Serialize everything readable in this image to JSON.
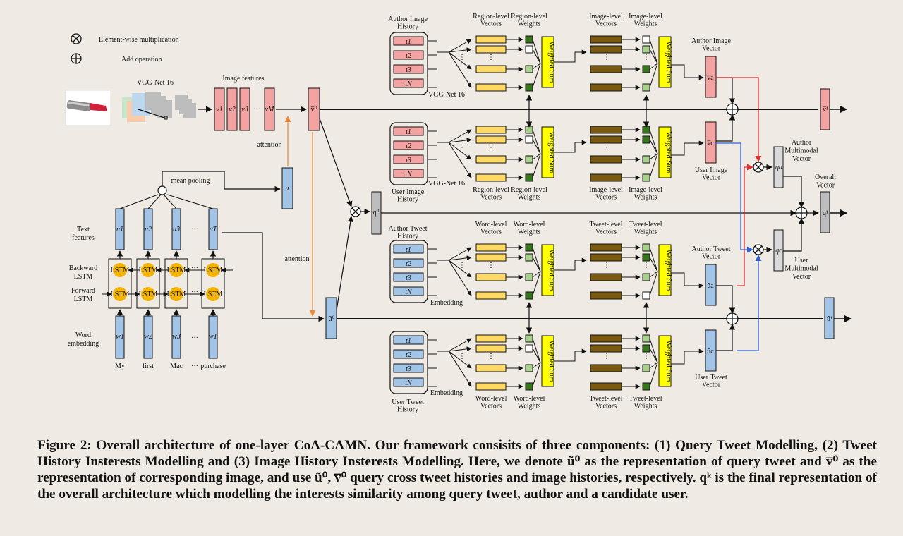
{
  "legend": {
    "mult_label": "Element-wise multiplication",
    "add_label": "Add operation"
  },
  "image_branch": {
    "vgg_label": "VGG-Net 16",
    "features_title": "Image features",
    "features": [
      "v1",
      "v2",
      "v3",
      "···",
      "vM"
    ],
    "v0": "v̅⁰",
    "attention": "attention"
  },
  "text_branch": {
    "mean_pooling": "mean pooling",
    "u": "u",
    "text_features": "Text\nfeatures",
    "backward": "Backward\nLSTM",
    "forward": "Forward\nLSTM",
    "word_embedding": "Word\nembedding",
    "lstm": "LSTM",
    "u_tokens": [
      "u1",
      "u2",
      "u3",
      "uT"
    ],
    "w_tokens": [
      "w1",
      "w2",
      "w3",
      "wT"
    ],
    "words": [
      "My",
      "first",
      "Mac",
      "···",
      "purchase"
    ],
    "attention": "attention",
    "u0": "ũ⁰"
  },
  "histories": [
    {
      "title_top": "Author Image\nHistory",
      "title_bottom": "",
      "vgg": "VGG-Net 16",
      "items": [
        "ι1",
        "ι2",
        "ι3",
        "ιN"
      ],
      "l1_vectors": "Region-level\nVectors",
      "l1_weights": "Region-level\nWeights",
      "l2_vectors": "Image-level\nVectors",
      "l2_weights": "Image-level\nWeights",
      "ws1": "Weighted Sum",
      "ws2": "Weighted Sum",
      "out": "v̅a",
      "out_label": "Author Image\nVector"
    },
    {
      "title_top": "",
      "title_bottom": "User Image\nHistory",
      "vgg": "VGG-Net 16",
      "items": [
        "ι1",
        "ι2",
        "ι3",
        "ιN"
      ],
      "l1_vectors": "Region-level\nVectors",
      "l1_weights": "Region-level\nWeights",
      "l2_vectors": "Image-level\nVectors",
      "l2_weights": "Image-level\nWeights",
      "ws1": "Weighted Sum",
      "ws2": "Weighted Sum",
      "out": "v̅c",
      "out_label": "User Image\nVector"
    },
    {
      "title_top": "Author Tweet\nHistory",
      "title_bottom": "",
      "vgg": "Embedding",
      "items": [
        "t1",
        "t2",
        "t3",
        "tN"
      ],
      "l1_vectors": "Word-level\nVectors",
      "l1_weights": "Word-level\nWeights",
      "l2_vectors": "Tweet-level\nVectors",
      "l2_weights": "Tweet-level\nWeights",
      "ws1": "Weighted Sum",
      "ws2": "Weighted Sum",
      "out": "ũa",
      "out_label": "Author Tweet\nVector"
    },
    {
      "title_top": "",
      "title_bottom": "User Tweet\nHistory",
      "vgg": "Embedding",
      "items": [
        "t1",
        "t2",
        "t3",
        "tN"
      ],
      "l1_vectors": "Word-level\nVectors",
      "l1_weights": "Word-level\nWeights",
      "l2_vectors": "Tweet-level\nVectors",
      "l2_weights": "Tweet-level\nWeights",
      "ws1": "Weighted Sum",
      "ws2": "Weighted Sum",
      "out": "ũc",
      "out_label": "User Tweet\nVector"
    }
  ],
  "fusion": {
    "q0": "q⁰",
    "v1": "v̅¹",
    "u1": "ũ¹",
    "qa": "qa",
    "qc": "qc",
    "q1": "q¹",
    "author_mm": "Author\nMultimodal\nVector",
    "user_mm": "User\nMultimodal\nVector",
    "overall": "Overall\nVector"
  },
  "colors": {
    "pink": "#f4a3a3",
    "blue": "#a2c4e6",
    "yellow": "#ffd966",
    "brown": "#7a5a10",
    "dark_green": "#38761d",
    "light_green": "#a9d18e",
    "weighted_sum": "#ffff00",
    "gray": "#bdbdbd",
    "orange": "#e98b3a",
    "red": "#e03030",
    "blue_line": "#2f5fd0"
  },
  "caption": "Figure 2: Overall architecture of one-layer CoA-CAMN. Our framework consisits of three components: (1) Query Tweet Modelling, (2) Tweet History Insterests Modelling and (3) Image History Insterests Modelling. Here, we denote ũ⁰ as the representation of query tweet and v̅⁰ as the representation of corresponding image, and use ũ⁰, v̅⁰ query cross tweet histories and image histories, respectively. qᵏ is the final representation of the overall architecture which modelling the interests similarity among query tweet, author and a candidate user."
}
